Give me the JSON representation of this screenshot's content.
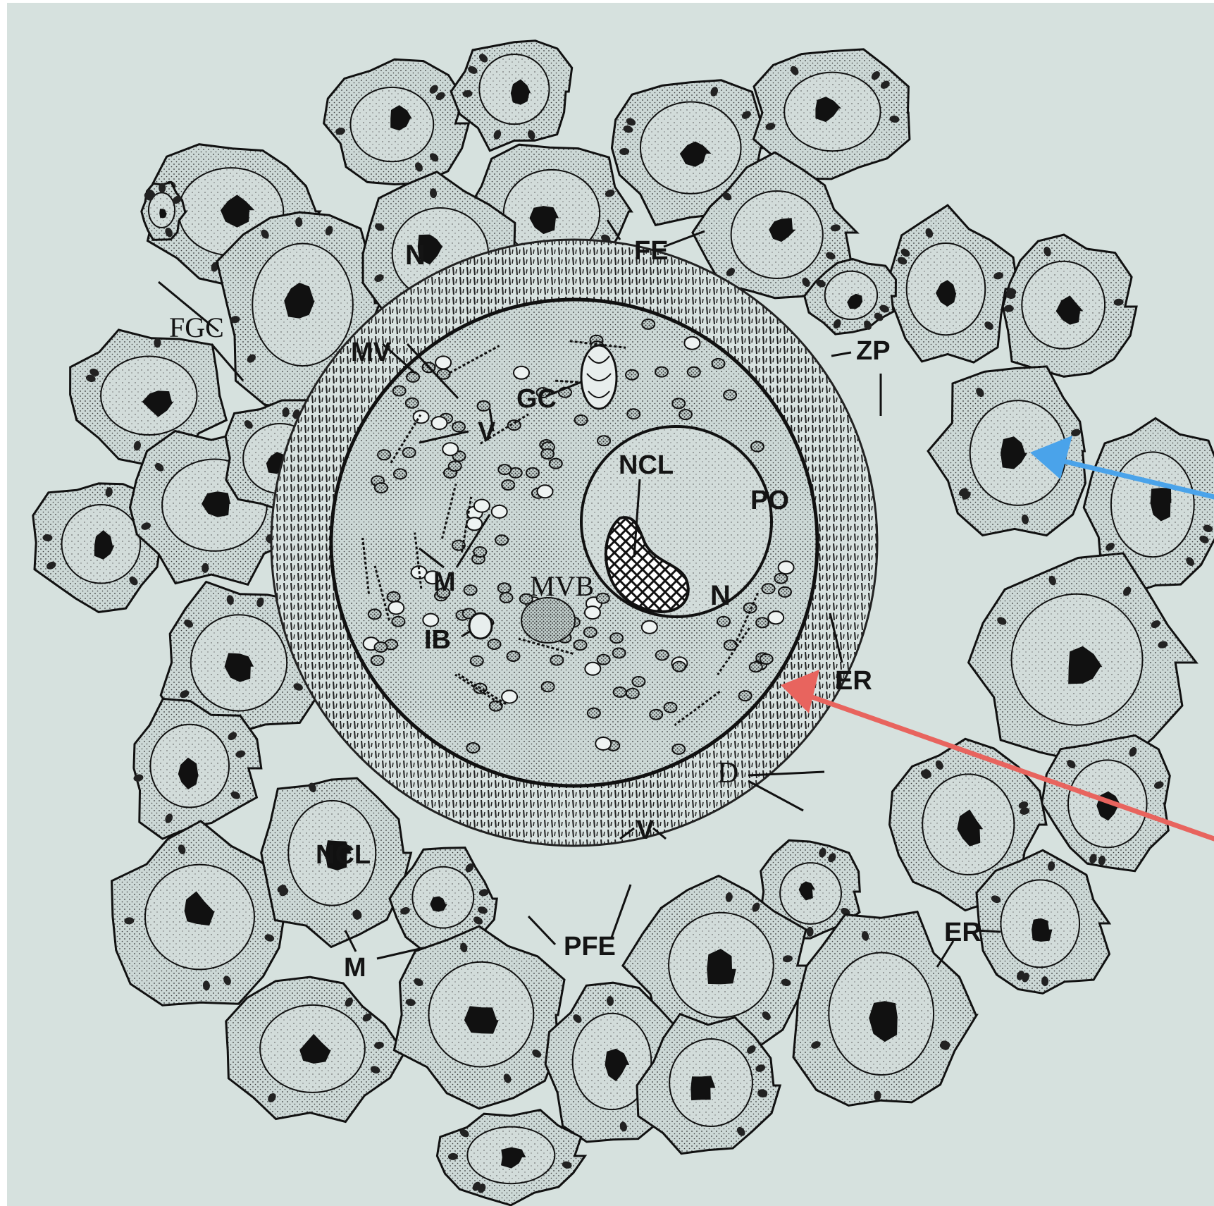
{
  "figure": {
    "labels": {
      "fe": "FE",
      "fgc": "FGC",
      "mv": "MV",
      "gc": "GC",
      "v_upper": "V",
      "ncl_oocyte": "NCL",
      "po": "PO",
      "zp": "ZP",
      "m_oocyte": "M",
      "mvb": "MVB",
      "n_oocyte": "N",
      "n_follicle": "N",
      "ib": "IB",
      "er_oocyte": "ER",
      "d": "D",
      "v_lower": "V",
      "ncl_follicle": "NCL",
      "m_follicle": "M",
      "pfe": "PFE",
      "er_follicle": "ER"
    },
    "colors": {
      "paper": "#d6e1de",
      "stipple": "#3a3a3a",
      "ink": "#141414",
      "pointer_blue": "#4aa3ea",
      "pointer_red": "#e8645e"
    }
  }
}
